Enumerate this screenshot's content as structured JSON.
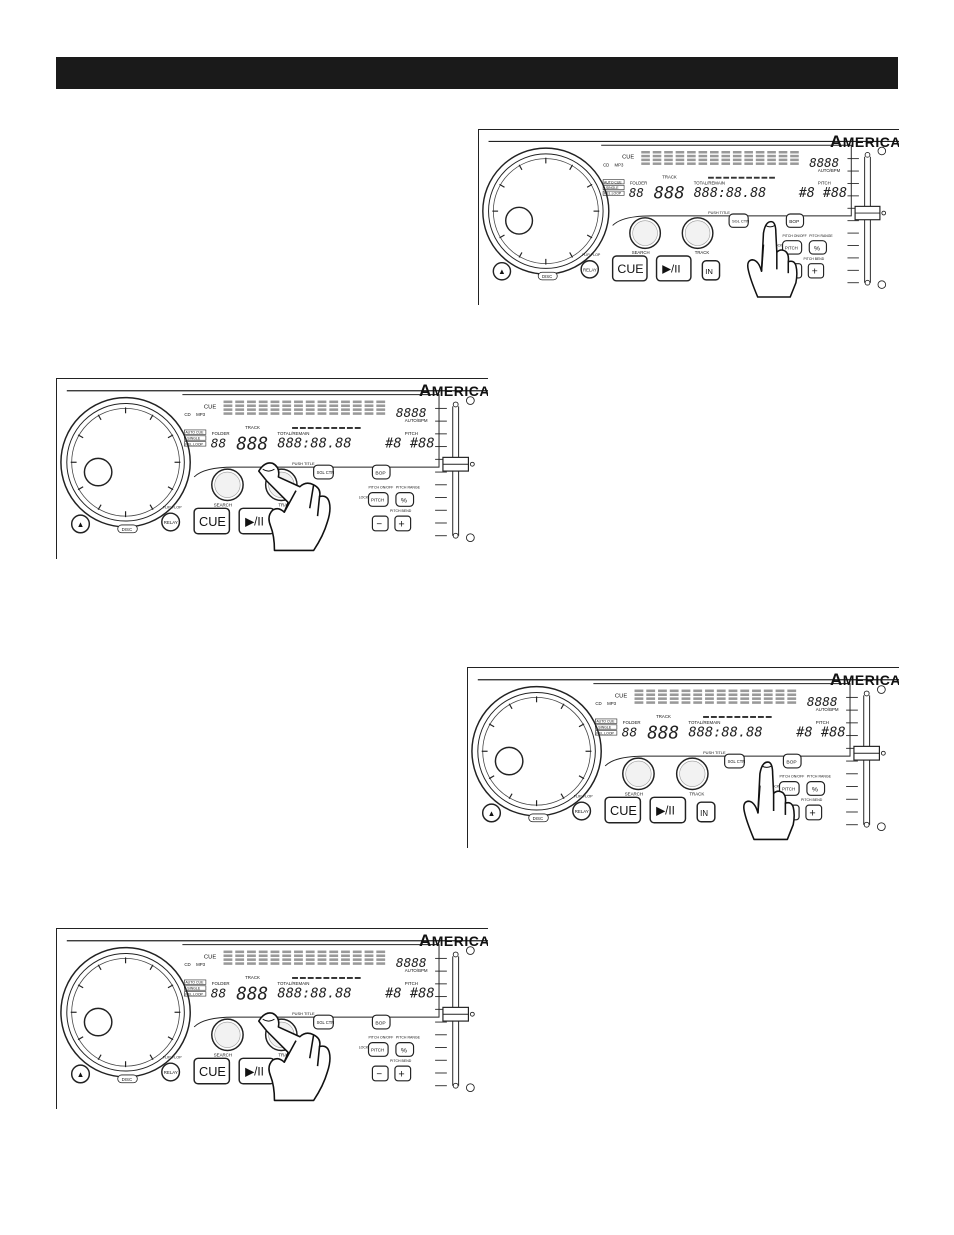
{
  "header": {
    "title": ""
  },
  "brand": {
    "first": "A",
    "rest": "MERICA"
  },
  "panel_labels": {
    "cue": "CUE",
    "cd": "CD",
    "mp3": "MP3",
    "cue_small": "CUE",
    "auto_cue": "AUTO CUE",
    "single": "SINGLE",
    "relay_loop": "REL.LOOP",
    "folder": "FOLDER",
    "track": "TRACK",
    "total_remain": "TOTAL/REMAIN",
    "pitch": "PITCH",
    "auto_bpm": "AUTO/BPM",
    "push_title": "PUSH TITLE",
    "search": "SEARCH",
    "track_skip": "TRACK",
    "sgl_ctn": "SGL CTN",
    "bop": "BOP",
    "pitch_onoff": "PITCH ON/OFF",
    "pitch_range": "PITCH RANGE",
    "pitch_btn": "PITCH",
    "percent": "%",
    "pitch_bend": "PITCH BEND",
    "minus": "−",
    "plus": "+",
    "in": "IN",
    "flip_flop": "FLIP-FLOP",
    "relay": "RELAY",
    "disc": "DISC",
    "play_pause": "▶/II",
    "lock": "LOCK",
    "eject": "▲",
    "seg_folder": "88",
    "seg_track": "888",
    "seg_time": "888:88.88",
    "seg_pitch": "#8 #88",
    "seg_bpm": "8888"
  },
  "figures": [
    {
      "id": "fig-1",
      "hand": "right-button"
    },
    {
      "id": "fig-2",
      "hand": "track-knob"
    },
    {
      "id": "fig-3",
      "hand": "right-button"
    },
    {
      "id": "fig-4",
      "hand": "track-knob"
    }
  ]
}
